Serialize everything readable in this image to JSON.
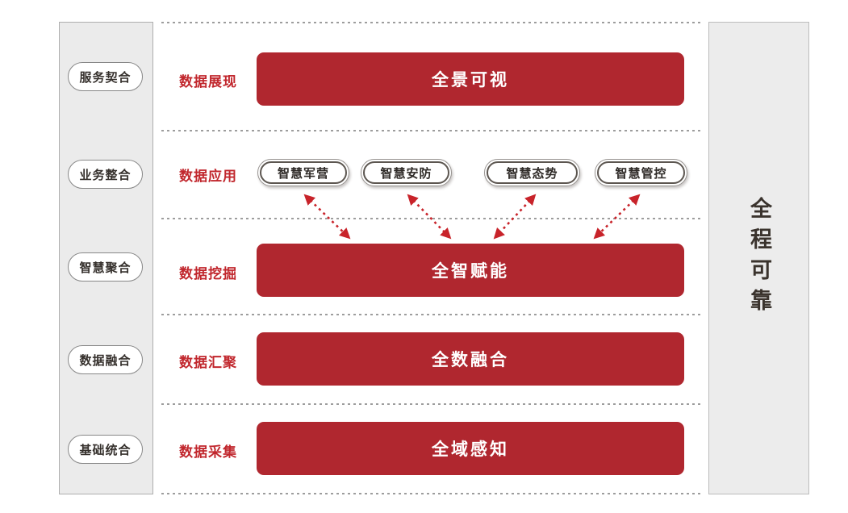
{
  "diagram_title_implicit": "",
  "left_sidebar": {
    "items": [
      {
        "label": "服务契合"
      },
      {
        "label": "业务整合"
      },
      {
        "label": "智慧聚合"
      },
      {
        "label": "数据融合"
      },
      {
        "label": "基础统合"
      }
    ]
  },
  "right_sidebar": {
    "label": "全程可靠"
  },
  "rows": [
    {
      "label": "数据展现",
      "bar": "全景可视"
    },
    {
      "label": "数据应用",
      "pills": [
        "智慧军营",
        "智慧安防",
        "智慧态势",
        "智慧管控"
      ]
    },
    {
      "label": "数据挖掘",
      "bar": "全智赋能"
    },
    {
      "label": "数据汇聚",
      "bar": "全数融合"
    },
    {
      "label": "数据采集",
      "bar": "全域感知"
    }
  ],
  "connectors": {
    "count": 4,
    "style": "dashed-double-headed-arrow",
    "from": "数据应用 pills",
    "to": "全智赋能 bar"
  },
  "colors": {
    "bar_red": "#b0272f",
    "label_red": "#c1272d",
    "arrow_red": "#c8232a",
    "panel_gray": "#ebebeb",
    "panel_border": "#aeaeae",
    "dotline_gray": "#9d9d9d",
    "pill_inner_ring": "#5c5650",
    "pill_outer_ring": "#979390",
    "right_title_color": "#3a332d"
  }
}
